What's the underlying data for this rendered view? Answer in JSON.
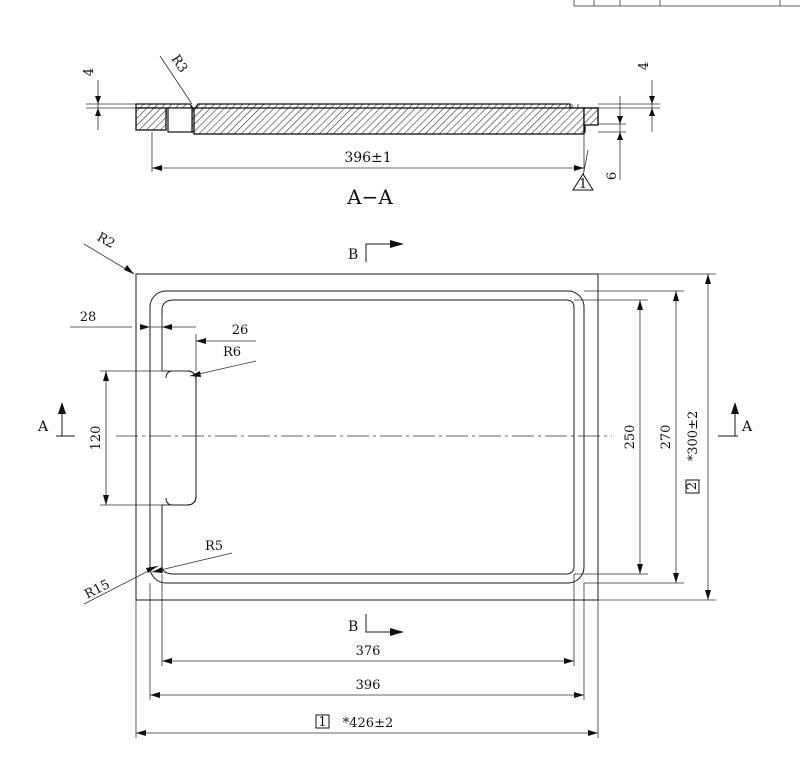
{
  "section_aa": {
    "title": "A−A",
    "labels": {
      "thickness_left": "4",
      "thickness_right": "4",
      "step_height": "6",
      "radius": "R3",
      "width": "396±1",
      "callout_marker": "1"
    }
  },
  "plan_view": {
    "section_marks": {
      "top": "B",
      "bottom": "B",
      "left": "A",
      "right": "A"
    },
    "radii": {
      "outer_corner": "R2",
      "drain_slot": "R6",
      "inner_corner": "R5",
      "outer_fillet": "R15"
    },
    "dimensions": {
      "slot_offset": "28",
      "slot_width": "26",
      "slot_length": "120",
      "inner_height": "250",
      "mid_height": "270",
      "outer_height": "*300±2",
      "outer_height_marker": "2",
      "inner_width": "376",
      "mid_width": "396",
      "outer_width": "*426±2",
      "outer_width_marker": "1"
    }
  }
}
